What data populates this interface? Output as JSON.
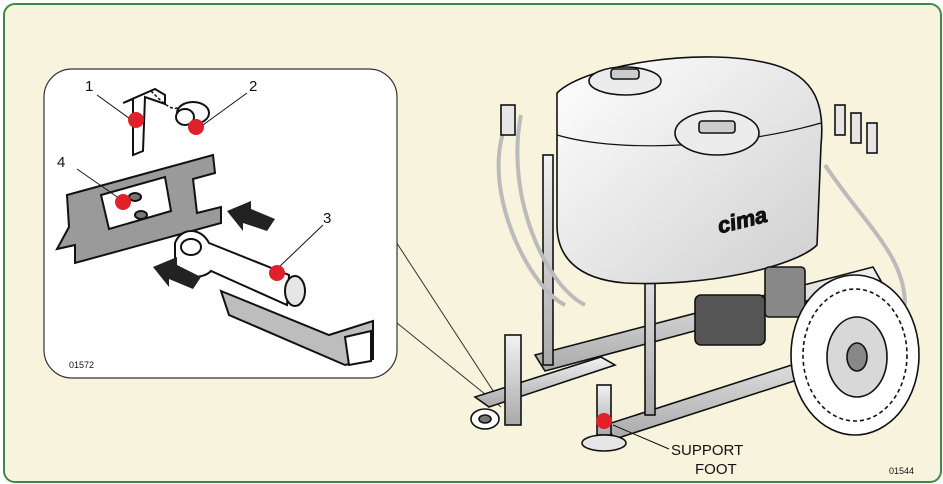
{
  "inset": {
    "callouts": [
      {
        "number": "1"
      },
      {
        "number": "2"
      },
      {
        "number": "3"
      },
      {
        "number": "4"
      }
    ],
    "figure_code": "01572"
  },
  "machine": {
    "brand": "cima",
    "support_foot_line1": "SUPPORT",
    "support_foot_line2": "FOOT",
    "figure_code": "01544"
  },
  "colors": {
    "frame_border": "#3c8a4a",
    "background": "#f7f3dc",
    "marker": "#e0202a"
  }
}
